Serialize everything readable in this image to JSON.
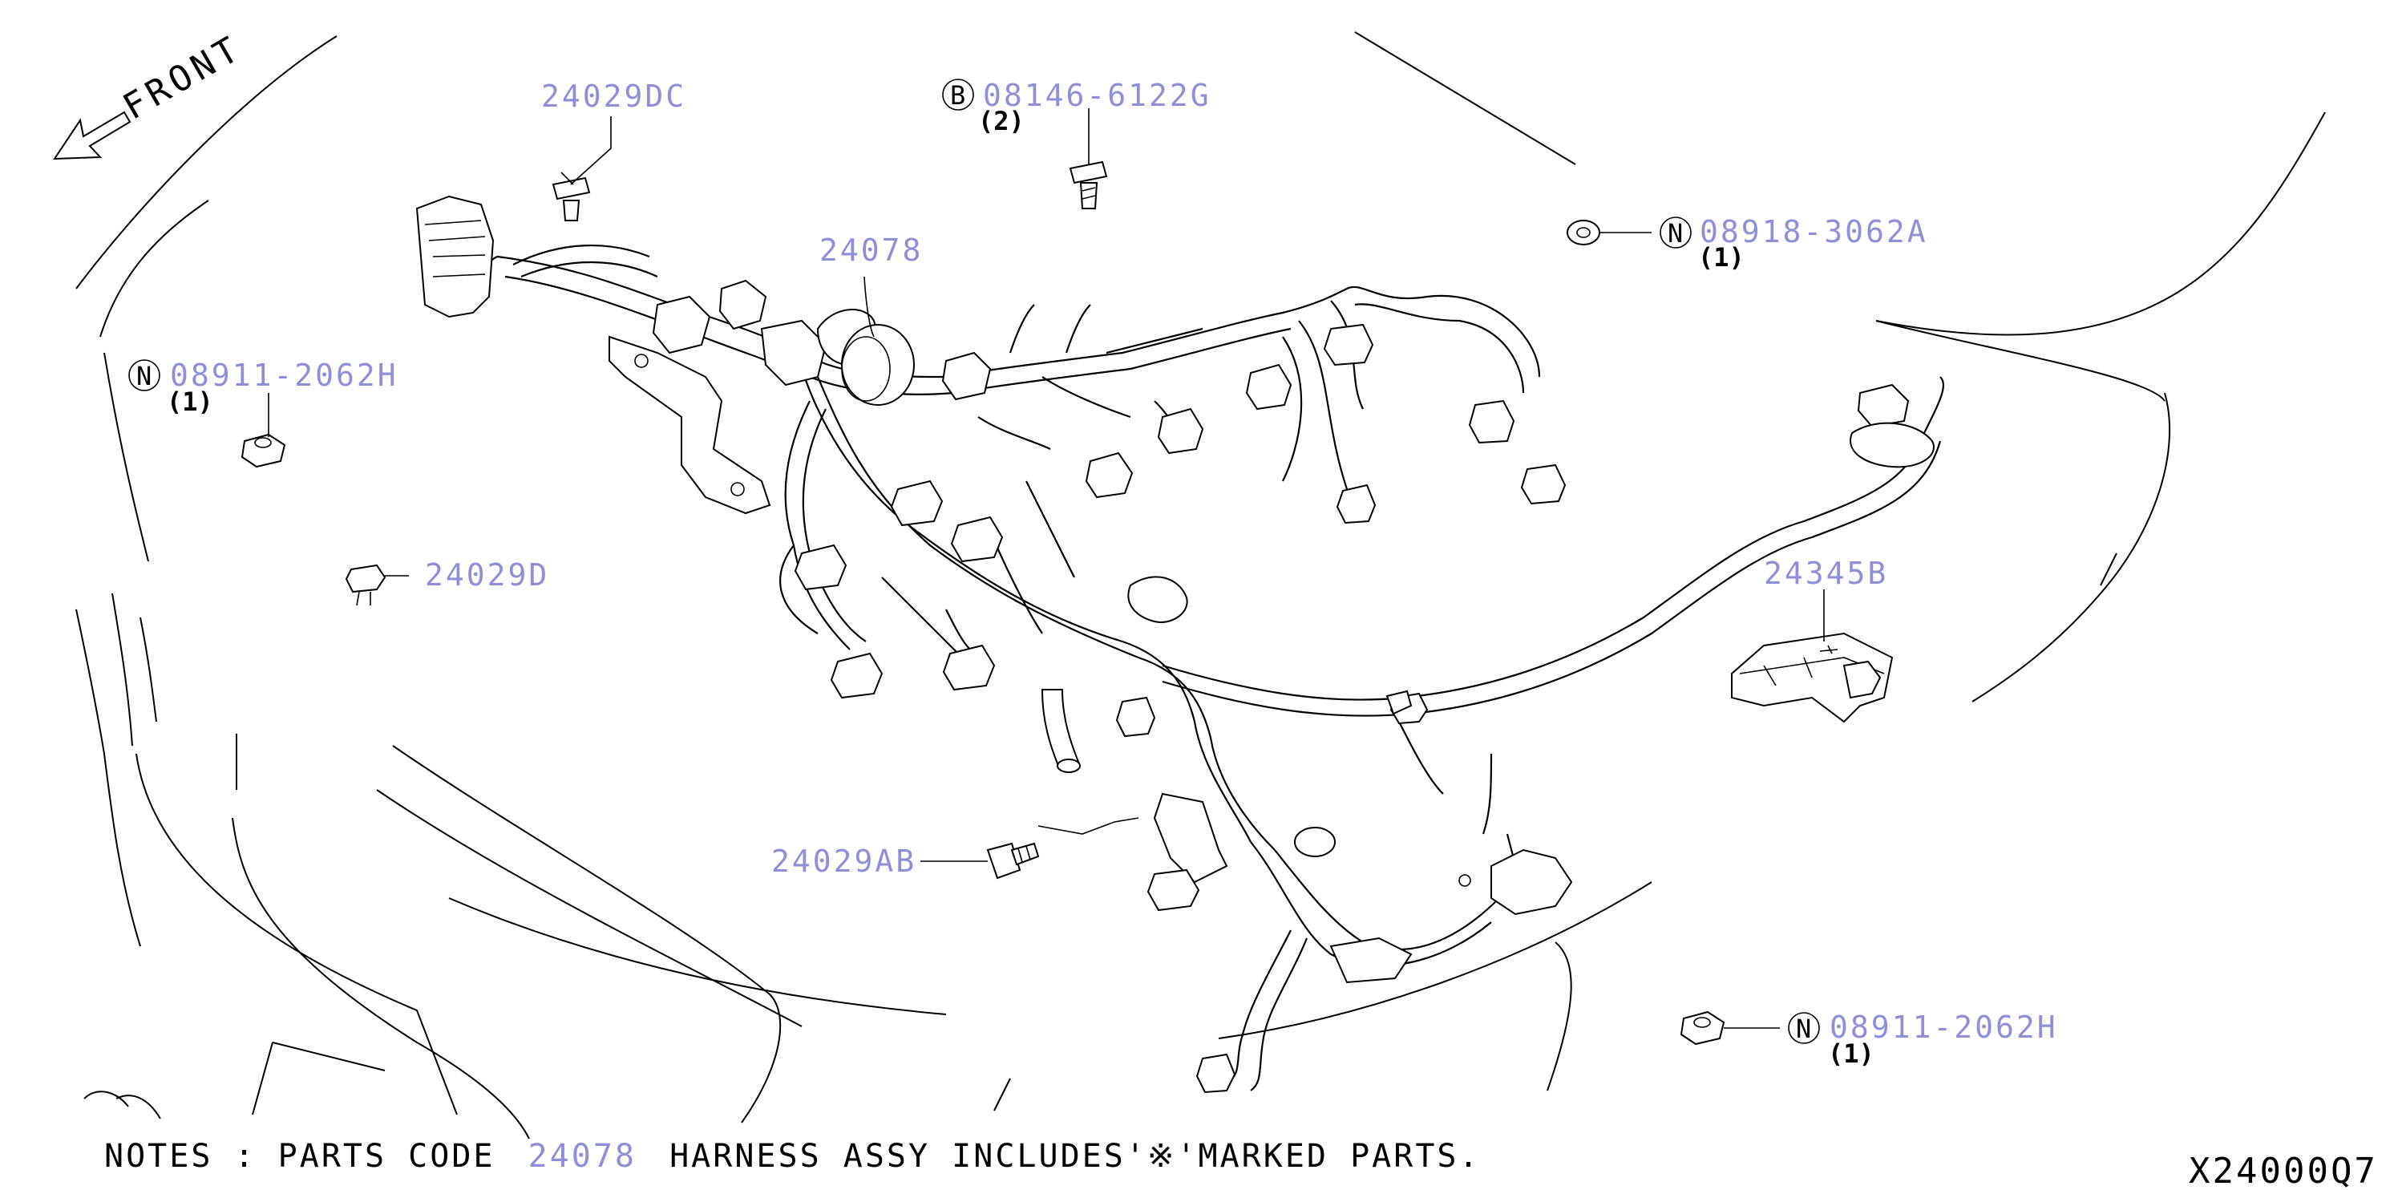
{
  "colors": {
    "callout": "#8f8fd8",
    "ink": "#000000",
    "background": "#ffffff"
  },
  "front_label": "FRONT",
  "callouts": {
    "c24029DC": {
      "code": "24029DC"
    },
    "c08146": {
      "prefix": "B",
      "code": "08146-6122G",
      "qty": "(2)"
    },
    "c24078": {
      "code": "24078"
    },
    "c08918": {
      "prefix": "N",
      "code": "08918-3062A",
      "qty": "(1)"
    },
    "c08911_left": {
      "prefix": "N",
      "code": "08911-2062H",
      "qty": "(1)"
    },
    "c24029D": {
      "code": "24029D"
    },
    "c24345B": {
      "code": "24345B"
    },
    "c24029AB": {
      "code": "24029AB"
    },
    "c08911_right": {
      "prefix": "N",
      "code": "08911-2062H",
      "qty": "(1)"
    }
  },
  "notes": {
    "before": "NOTES : PARTS CODE",
    "code": "24078",
    "after": "HARNESS ASSY INCLUDES'※'MARKED PARTS."
  },
  "diagram_id": "X24000Q7"
}
